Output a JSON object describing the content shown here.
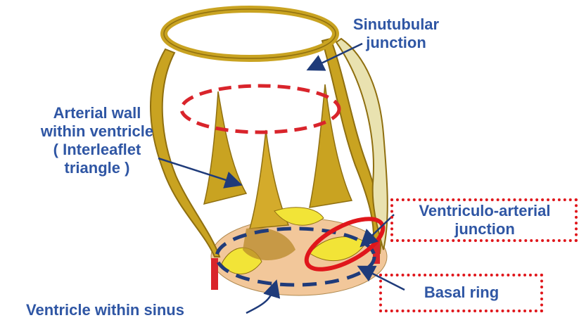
{
  "labels": {
    "sinutubular_line1": "Sinutubular",
    "sinutubular_line2": "junction",
    "arterial_line1": "Arterial wall",
    "arterial_line2": "within ventricle",
    "arterial_line3": "( Interleaflet",
    "arterial_line4": "triangle )",
    "va_line1": "Ventriculo-arterial",
    "va_line2": "junction",
    "basal_ring": "Basal ring",
    "ventricle_within_sinus": "Ventricle within sinus"
  },
  "colors": {
    "label_text": "#2f56a4",
    "valve_gold": "#c9a321",
    "valve_gold_dark": "#8f6f10",
    "leaflet_yellow": "#f2e437",
    "ring_peach": "#f2c79a",
    "dashed_red": "#d9242b",
    "dashed_navy": "#1f3b7a",
    "highlight_red": "#e0161b"
  }
}
